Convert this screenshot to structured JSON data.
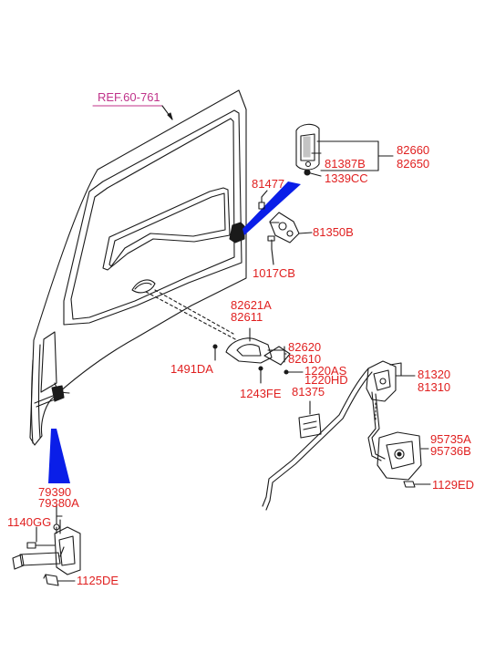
{
  "colors": {
    "label": "#e02020",
    "reference": "#c0338a",
    "line": "#1a1a1a",
    "wedge": "#0a1ee8"
  },
  "ref": {
    "text": "REF.60-761"
  },
  "parts": {
    "p82660": "82660",
    "p82650": "82650",
    "p81387B": "81387B",
    "p1339CC": "1339CC",
    "p81477": "81477",
    "p81350B": "81350B",
    "p1017CB": "1017CB",
    "p82621A": "82621A",
    "p82611": "82611",
    "p82620": "82620",
    "p82610": "82610",
    "p1491DA": "1491DA",
    "p1220AS": "1220AS",
    "p1220HD": "1220HD",
    "p1243FE": "1243FE",
    "p81375": "81375",
    "p81320": "81320",
    "p81310": "81310",
    "p95735A": "95735A",
    "p95736B": "95736B",
    "p1129ED": "1129ED",
    "p79390": "79390",
    "p79380A": "79380A",
    "p1140GG": "1140GG",
    "p1125DE": "1125DE"
  }
}
